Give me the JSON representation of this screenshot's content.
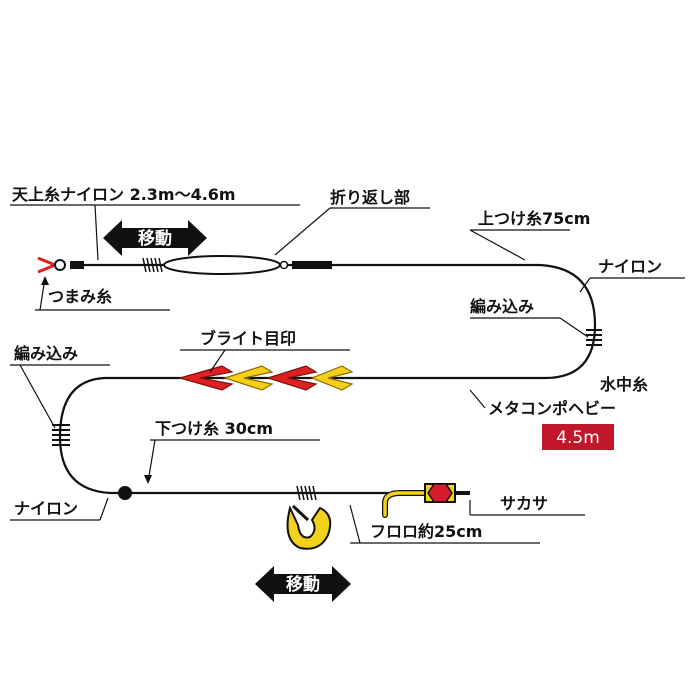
{
  "labels": {
    "tenjo_ito": "天上糸ナイロン 2.3m〜4.6m",
    "orikaeshi": "折り返し部",
    "idou_top": "移動",
    "tsumami": "つまみ糸",
    "uetsuke": "上つけ糸75cm",
    "nylon_right": "ナイロン",
    "amikomi_right": "編み込み",
    "bright_mejirushi": "ブライト目印",
    "amikomi_left": "編み込み",
    "suichuito": "水中糸",
    "metacompo": "メタコンポヘビー",
    "length_badge": "4.5m",
    "shitatsuke": "下つけ糸 30cm",
    "nylon_left": "ナイロン",
    "sakasa": "サカサ",
    "furoro": "フロロ約25cm",
    "idou_bottom": "移動"
  },
  "colors": {
    "line": "#111111",
    "badge": "#c0182a",
    "marker_red": "#e02020",
    "marker_yellow": "#f5d018",
    "hook_yellow": "#f2d21c",
    "sakasa_red": "#d81b2a"
  }
}
